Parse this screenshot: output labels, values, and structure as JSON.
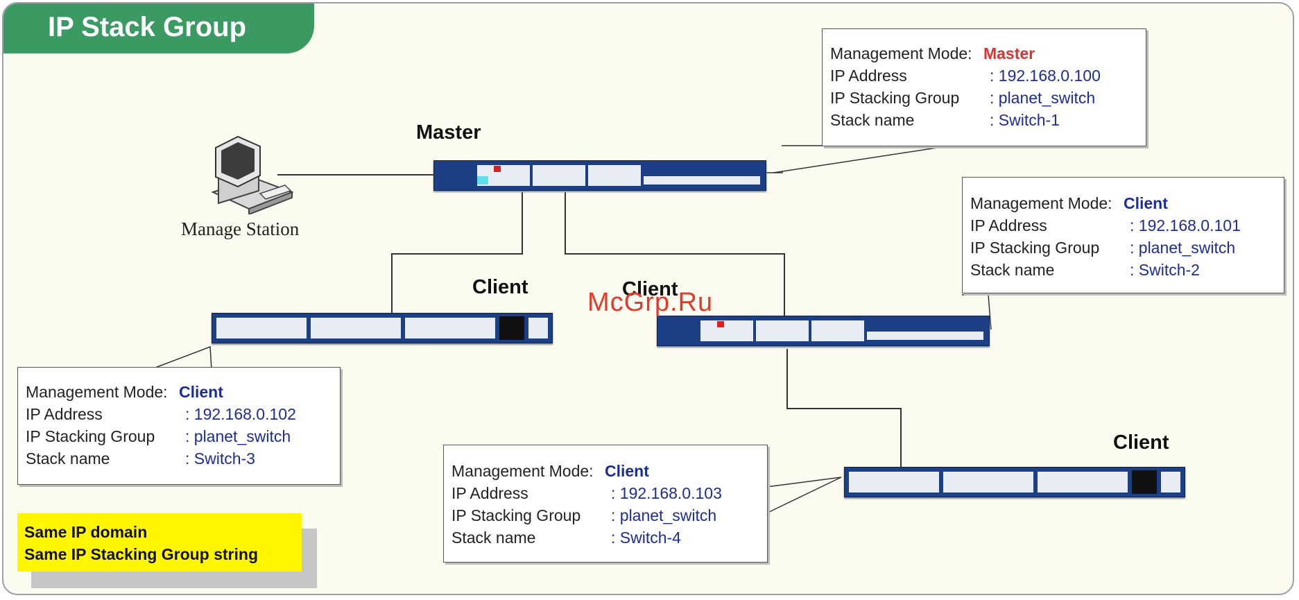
{
  "title": "IP Stack Group",
  "watermark": "McGrp.Ru",
  "station_label": "Manage Station",
  "roles": {
    "master": "Master",
    "client_a": "Client",
    "client_b": "Client",
    "client_c": "Client"
  },
  "labels": {
    "mode": "Management Mode:",
    "ip": "IP Address",
    "group": "IP Stacking Group",
    "name": "Stack name"
  },
  "switches": [
    {
      "mode": "Master",
      "ip": ": 192.168.0.100",
      "group": ":  planet_switch",
      "name": ":  Switch-1"
    },
    {
      "mode": "Client",
      "ip": ": 192.168.0.101",
      "group": ":  planet_switch",
      "name": ":  Switch-2"
    },
    {
      "mode": "Client",
      "ip": ": 192.168.0.102",
      "group": ":  planet_switch",
      "name": ":  Switch-3"
    },
    {
      "mode": "Client",
      "ip": ": 192.168.0.103",
      "group": ":  planet_switch",
      "name": ":  Switch-4"
    }
  ],
  "note": {
    "line1": "Same IP domain",
    "line2": "Same IP Stacking Group string"
  },
  "colors": {
    "title_tab": "#3b9a62",
    "note_bg": "#fff600",
    "master_mode": "#e03030",
    "value_blue": "#1c2d9a",
    "switch_body": "#1d3f86"
  }
}
